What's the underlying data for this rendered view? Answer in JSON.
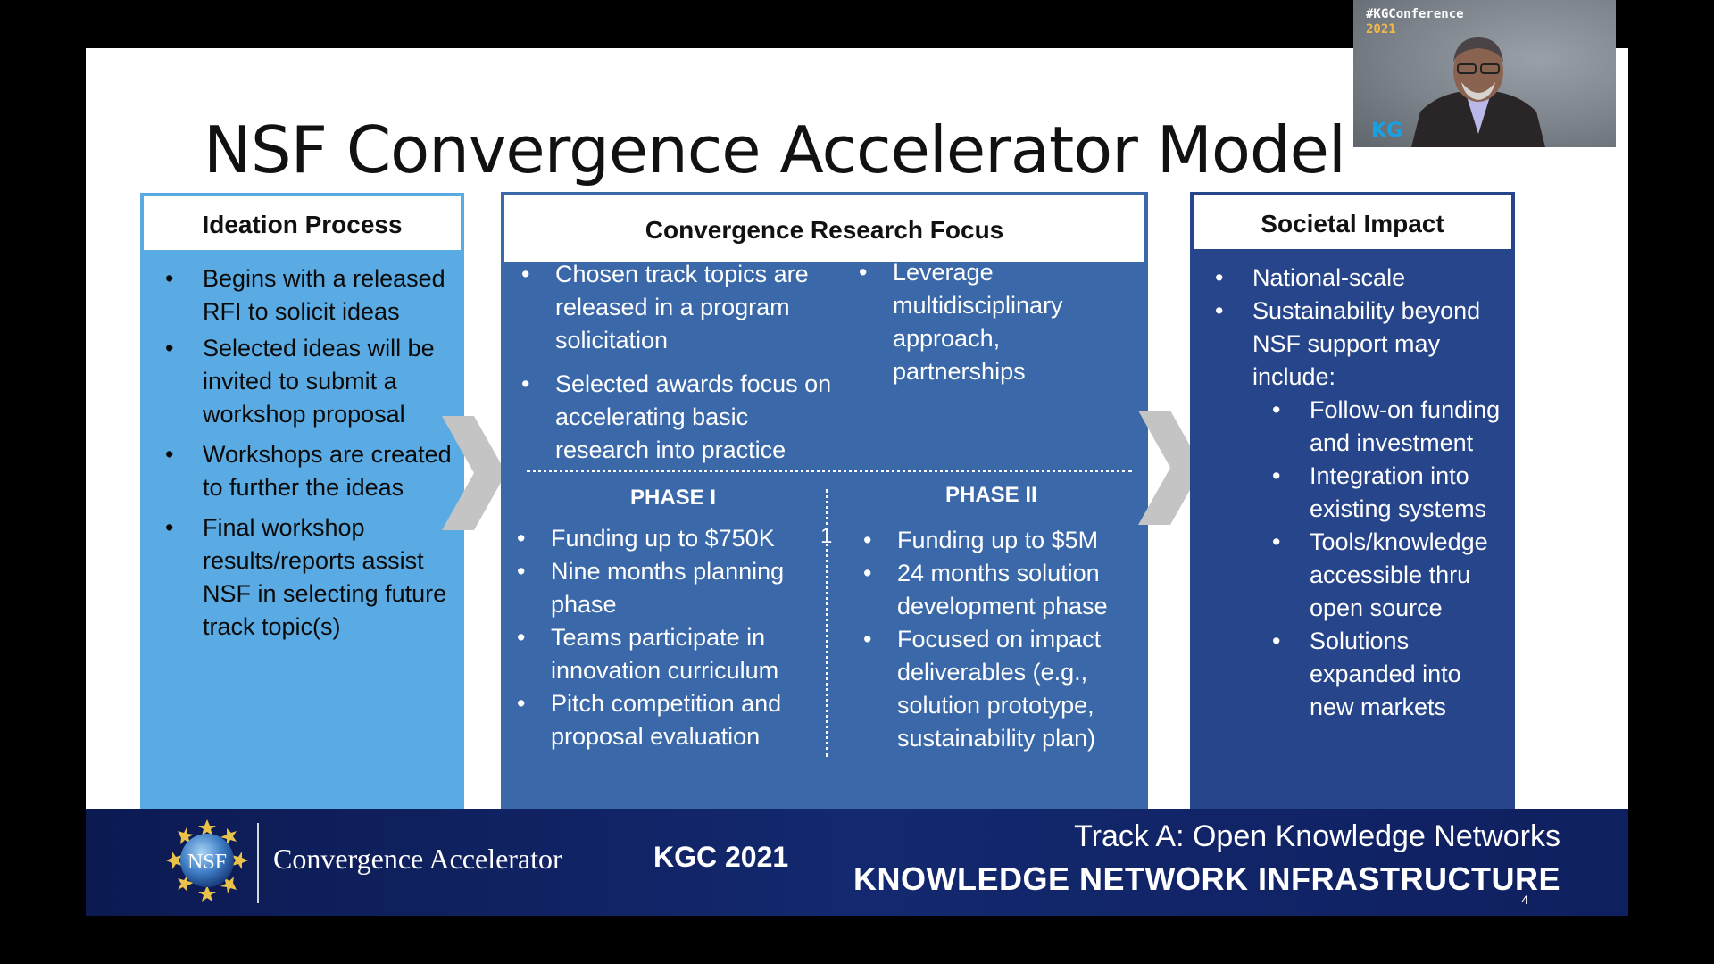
{
  "slide": {
    "title": "NSF Convergence Accelerator Model",
    "columns": {
      "ideation": {
        "header": "Ideation Process",
        "bullets": [
          "Begins with a released RFI to solicit ideas",
          "Selected ideas will be invited to submit a workshop proposal",
          "Workshops are created to further the ideas",
          "Final workshop results/reports assist NSF in selecting future track topic(s)"
        ]
      },
      "research_focus": {
        "header": "Convergence Research Focus",
        "top_left_bullets": [
          "Chosen track topics are released in a program solicitation",
          "Selected awards focus on accelerating basic research into practice"
        ],
        "top_right_bullets": [
          "Leverage multidisciplinary approach, partnerships"
        ],
        "phase1": {
          "title": "PHASE I",
          "bullets": [
            "Funding up to $750K",
            "Nine months planning phase",
            "Teams participate in innovation curriculum",
            "Pitch competition and  proposal evaluation"
          ]
        },
        "phase2": {
          "title": "PHASE II",
          "bullets": [
            "Funding up to $5M",
            "24 months solution development phase",
            "Focused on impact deliverables (e.g., solution prototype, sustainability plan)"
          ]
        },
        "stray_mark": "1"
      },
      "societal_impact": {
        "header": "Societal Impact",
        "bullets": [
          "National-scale",
          "Sustainability beyond NSF support may include:"
        ],
        "sub_bullets": [
          "Follow-on funding and investment",
          "Integration into existing systems",
          "Tools/knowledge accessible thru open source",
          "Solutions expanded into new markets"
        ]
      }
    },
    "footer": {
      "logo_text": "NSF",
      "brand": "Convergence Accelerator",
      "event": "KGC 2021",
      "track": "Track A: Open Knowledge Networks",
      "theme": "KNOWLEDGE NETWORK INFRASTRUCTURE",
      "page_number": "4"
    },
    "colors": {
      "ideation_body": "#5aabe3",
      "research_body": "#3a68a8",
      "impact_body": "#27458a",
      "footer_bg": "#0e1e5a",
      "chevron": "#c4c4c4"
    }
  },
  "webcam": {
    "hashtag": "#KGConference",
    "year": "2021",
    "logo": "KG"
  }
}
